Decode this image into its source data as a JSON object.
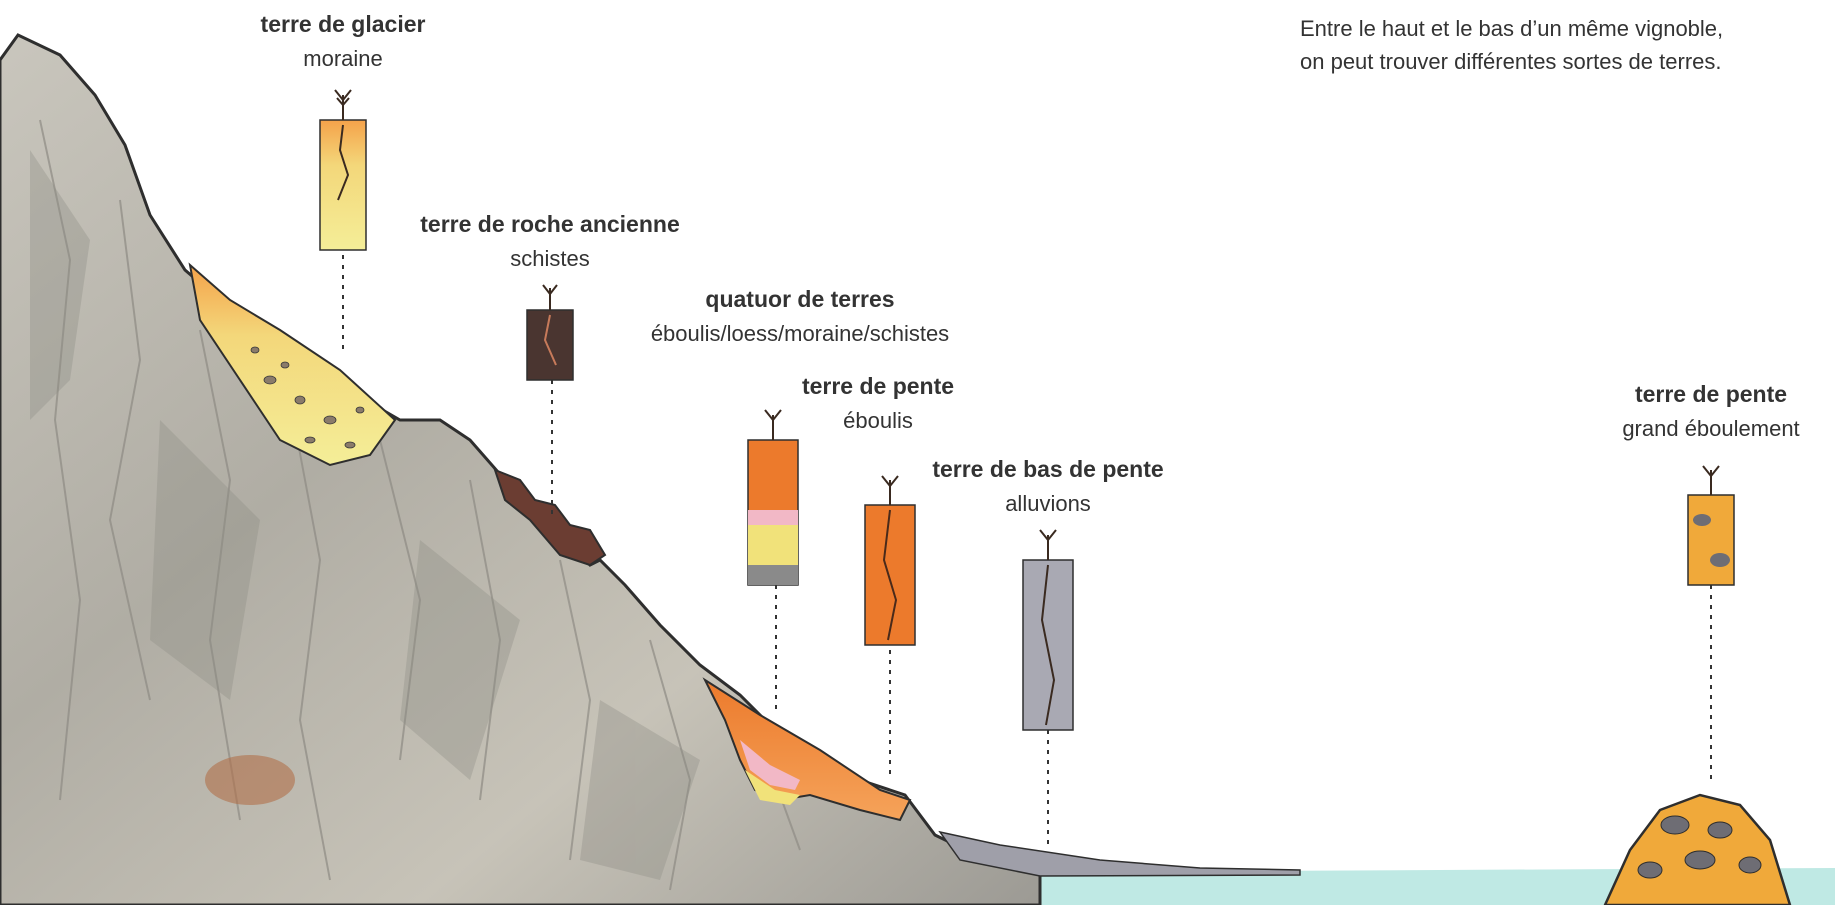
{
  "intro": {
    "line1": "Entre le haut et le bas d’un même vignoble,",
    "line2": "on peut trouver différentes sortes de terres."
  },
  "soils": [
    {
      "title": "terre de glacier",
      "subtitle": "moraine"
    },
    {
      "title": "terre de roche ancienne",
      "subtitle": "schistes"
    },
    {
      "title": "quatuor de terres",
      "subtitle": "éboulis/loess/moraine/schistes"
    },
    {
      "title": "terre de pente",
      "subtitle": "éboulis"
    },
    {
      "title": "terre de bas de pente",
      "subtitle": "alluvions"
    },
    {
      "title": "terre de pente",
      "subtitle": "grand éboulement"
    }
  ],
  "colors": {
    "rock": "#b3b1a9",
    "rock_dark": "#7f7d77",
    "moraine": "#f1e27a",
    "eboulis": "#e8732a",
    "loess": "#f2b8c6",
    "schiste": "#5a3f35",
    "alluvions": "#a9a9b3",
    "water": "#bfe9e4",
    "outline": "#2e2e2e"
  }
}
